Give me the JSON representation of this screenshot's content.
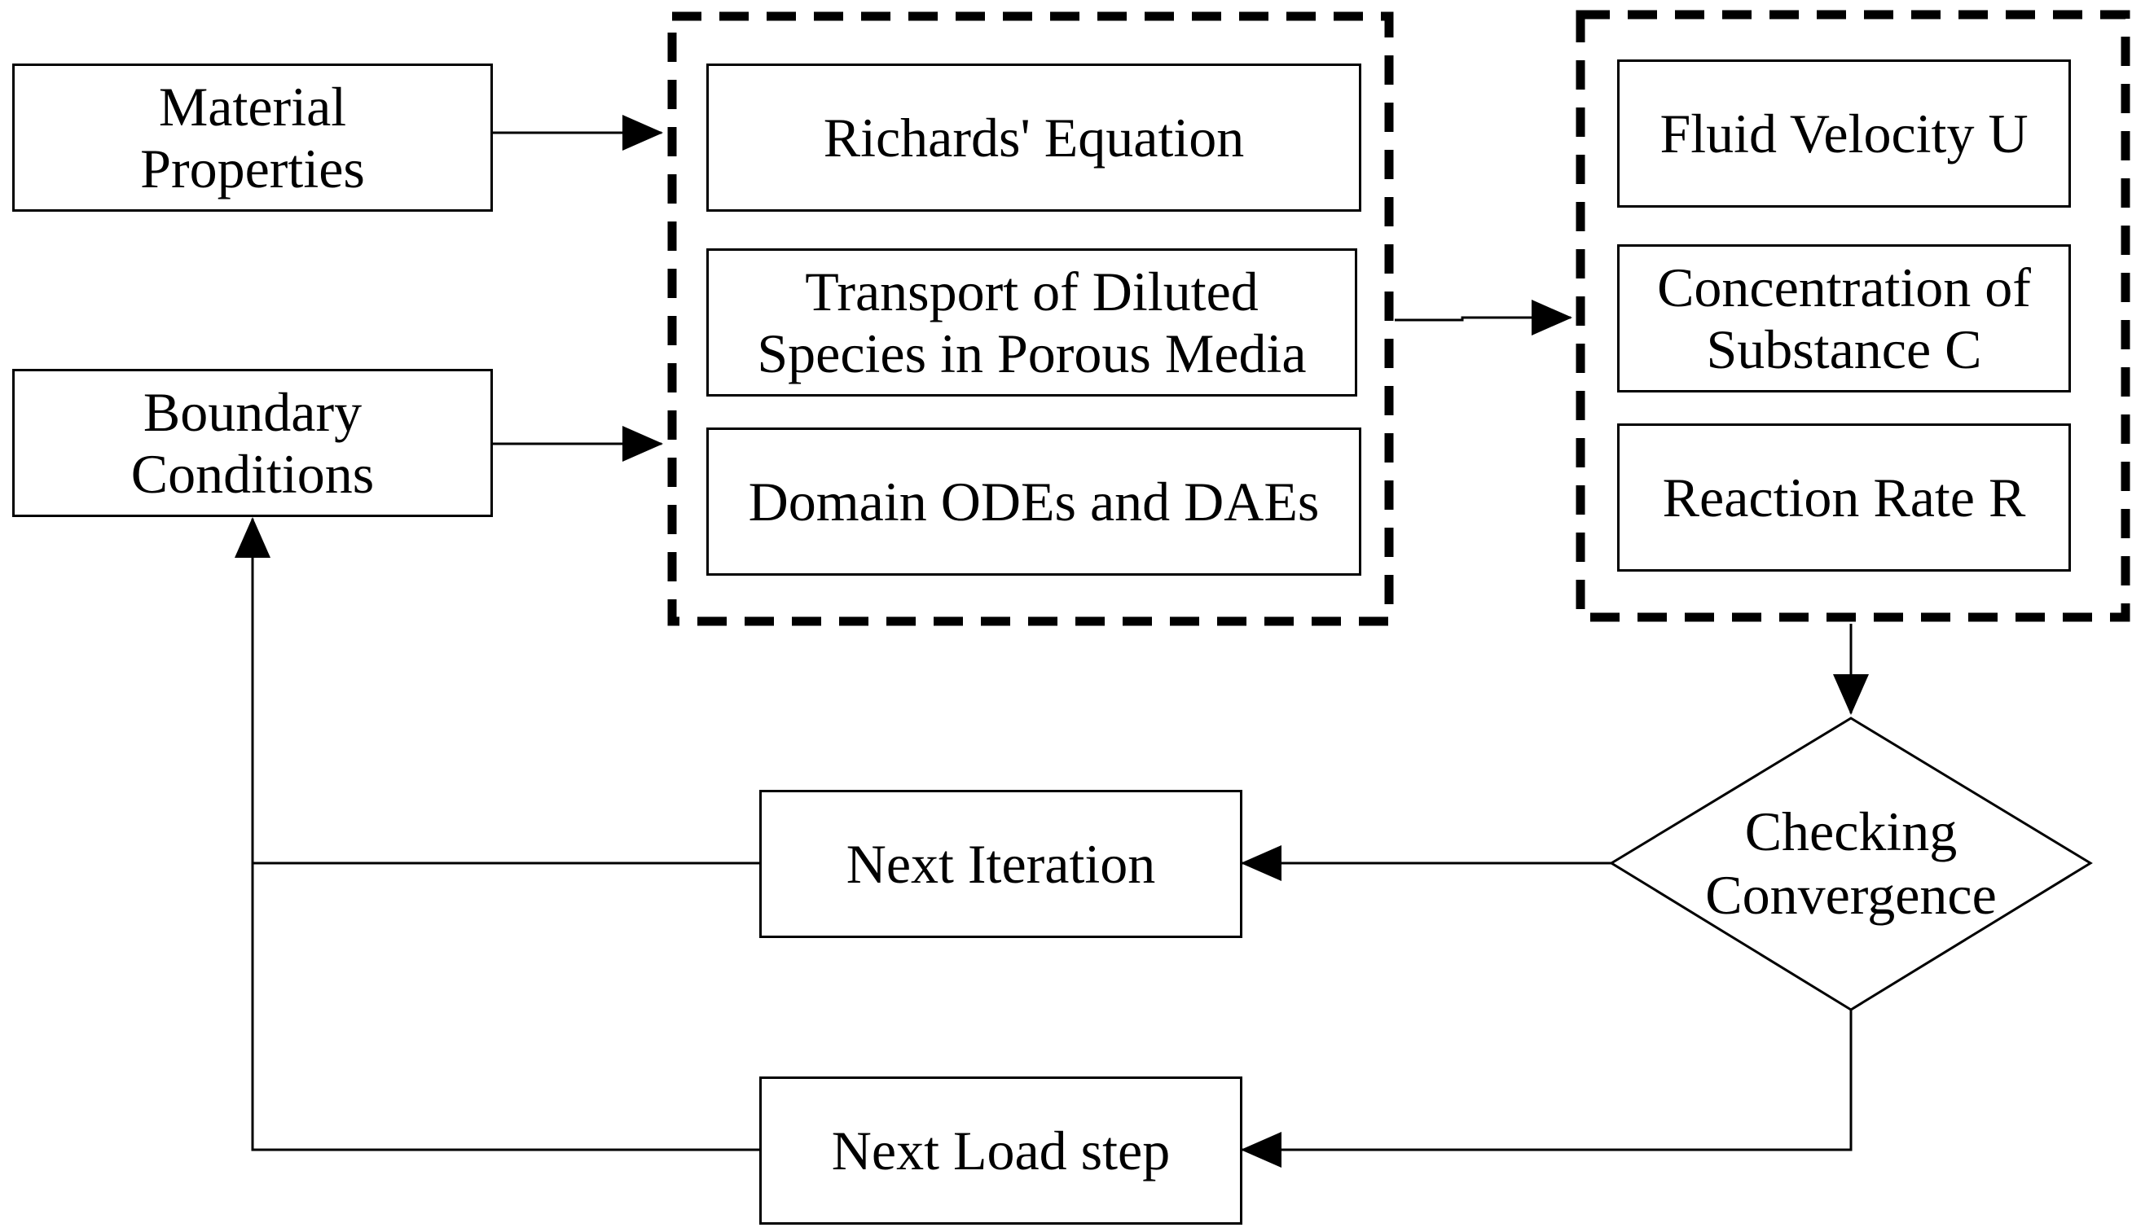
{
  "inputs": {
    "material_properties": [
      "Material",
      "Properties"
    ],
    "boundary_conditions": [
      "Boundary",
      "Conditions"
    ]
  },
  "physics_group": {
    "richards_equation": [
      "Richards' Equation"
    ],
    "transport": [
      "Transport of Diluted",
      "Species in Porous Media"
    ],
    "domain_odes": [
      "Domain ODEs and DAEs"
    ]
  },
  "outputs_group": {
    "fluid_velocity": [
      "Fluid Velocity U"
    ],
    "concentration": [
      "Concentration of",
      "Substance C"
    ],
    "reaction_rate": [
      "Reaction Rate R"
    ]
  },
  "decision": {
    "checking_convergence": [
      "Checking",
      "Convergence"
    ]
  },
  "loop": {
    "next_iteration": [
      "Next Iteration"
    ],
    "next_load_step": [
      "Next Load step"
    ]
  }
}
